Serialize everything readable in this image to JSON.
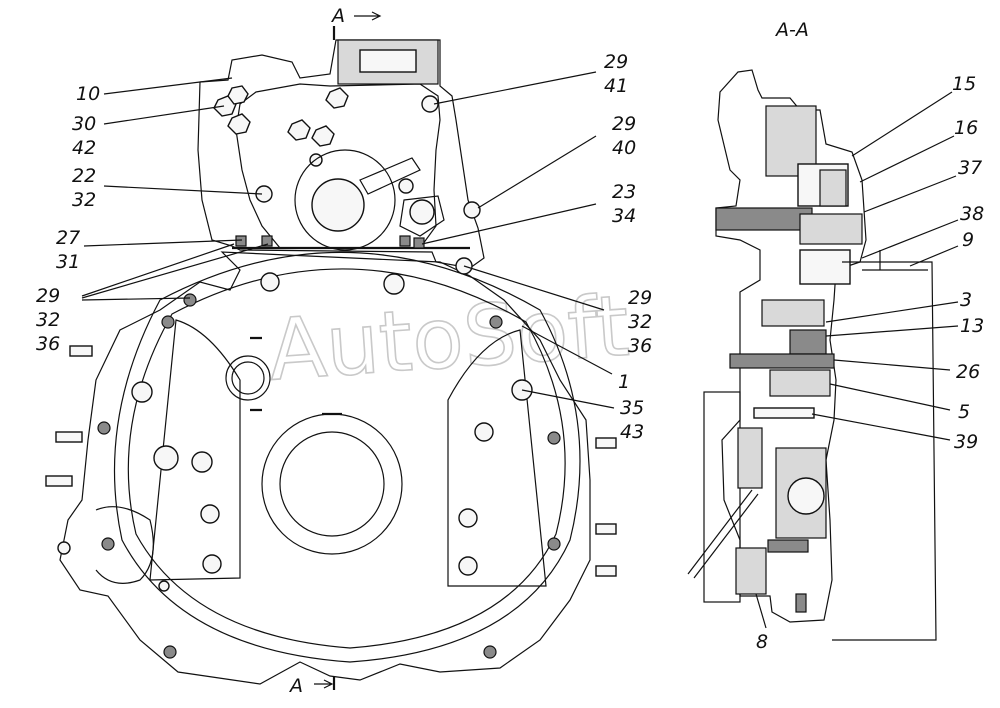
{
  "section_marks": {
    "top": "A",
    "bottom": "A"
  },
  "section_title": "A-A",
  "watermark": "AutoSoft",
  "left_callouts": [
    {
      "id": "c10",
      "lines": [
        "10"
      ]
    },
    {
      "id": "c30",
      "lines": [
        "30",
        "42"
      ]
    },
    {
      "id": "c22",
      "lines": [
        "22",
        "32"
      ]
    },
    {
      "id": "c27",
      "lines": [
        "27",
        "31"
      ]
    },
    {
      "id": "c29a",
      "lines": [
        "29",
        "32",
        "36"
      ]
    },
    {
      "id": "c29b",
      "lines": [
        "29",
        "41"
      ]
    },
    {
      "id": "c29c",
      "lines": [
        "29",
        "40"
      ]
    },
    {
      "id": "c23",
      "lines": [
        "23",
        "34"
      ]
    },
    {
      "id": "c29d",
      "lines": [
        "29",
        "32",
        "36"
      ]
    },
    {
      "id": "c1",
      "lines": [
        "1"
      ]
    },
    {
      "id": "c35",
      "lines": [
        "35",
        "43"
      ]
    }
  ],
  "right_callouts": [
    {
      "id": "r15",
      "lines": [
        "15"
      ]
    },
    {
      "id": "r16",
      "lines": [
        "16"
      ]
    },
    {
      "id": "r37",
      "lines": [
        "37"
      ]
    },
    {
      "id": "r38",
      "lines": [
        "38"
      ]
    },
    {
      "id": "r9",
      "lines": [
        "9"
      ]
    },
    {
      "id": "r3",
      "lines": [
        "3"
      ]
    },
    {
      "id": "r13",
      "lines": [
        "13"
      ]
    },
    {
      "id": "r26",
      "lines": [
        "26"
      ]
    },
    {
      "id": "r5",
      "lines": [
        "5"
      ]
    },
    {
      "id": "r39",
      "lines": [
        "39"
      ]
    },
    {
      "id": "r8",
      "lines": [
        "8"
      ]
    }
  ]
}
